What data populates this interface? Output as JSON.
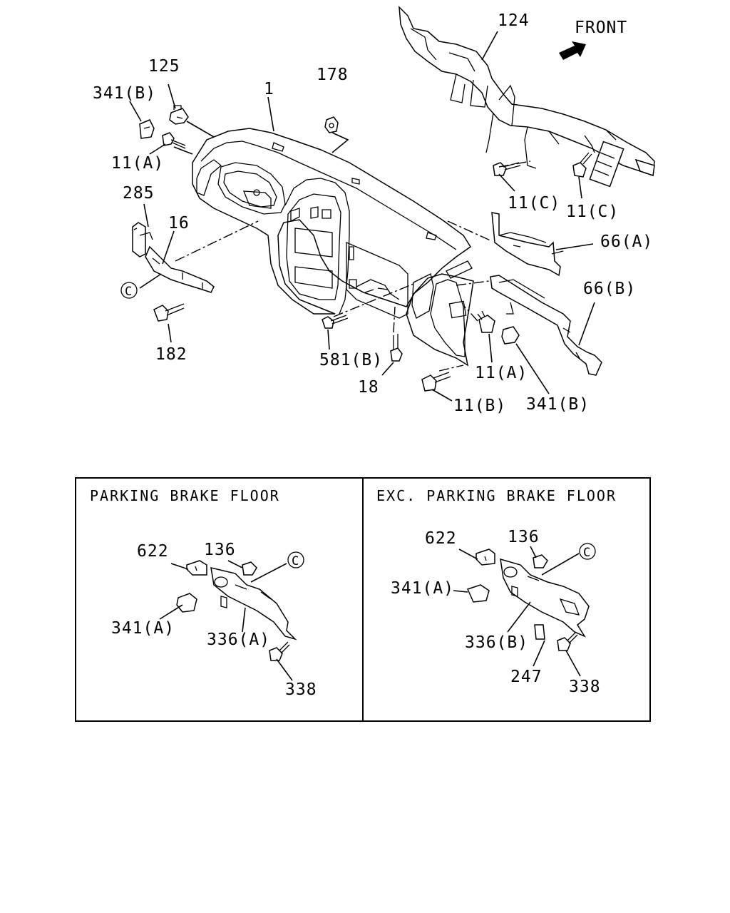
{
  "orientation": {
    "label": "FRONT"
  },
  "main_labels": {
    "l124": "124",
    "l125": "125",
    "l178": "178",
    "l1": "1",
    "l341b_top": "341(B)",
    "l11a_top": "11(A)",
    "l285": "285",
    "l16": "16",
    "lC_main": "C",
    "l182": "182",
    "l11c_1": "11(C)",
    "l11c_2": "11(C)",
    "l66a": "66(A)",
    "l66b": "66(B)",
    "l581b": "581(B)",
    "l18": "18",
    "l11a_bottom": "11(A)",
    "l11b": "11(B)",
    "l341b_bottom": "341(B)"
  },
  "panels": {
    "left": {
      "title": "PARKING BRAKE FLOOR",
      "labels": {
        "l622": "622",
        "l136": "136",
        "lC": "C",
        "l341a": "341(A)",
        "l336a": "336(A)",
        "l338": "338"
      }
    },
    "right": {
      "title": "EXC. PARKING BRAKE FLOOR",
      "labels": {
        "l622": "622",
        "l136": "136",
        "lC": "C",
        "l341a": "341(A)",
        "l336b": "336(B)",
        "l247": "247",
        "l338": "338"
      }
    }
  }
}
